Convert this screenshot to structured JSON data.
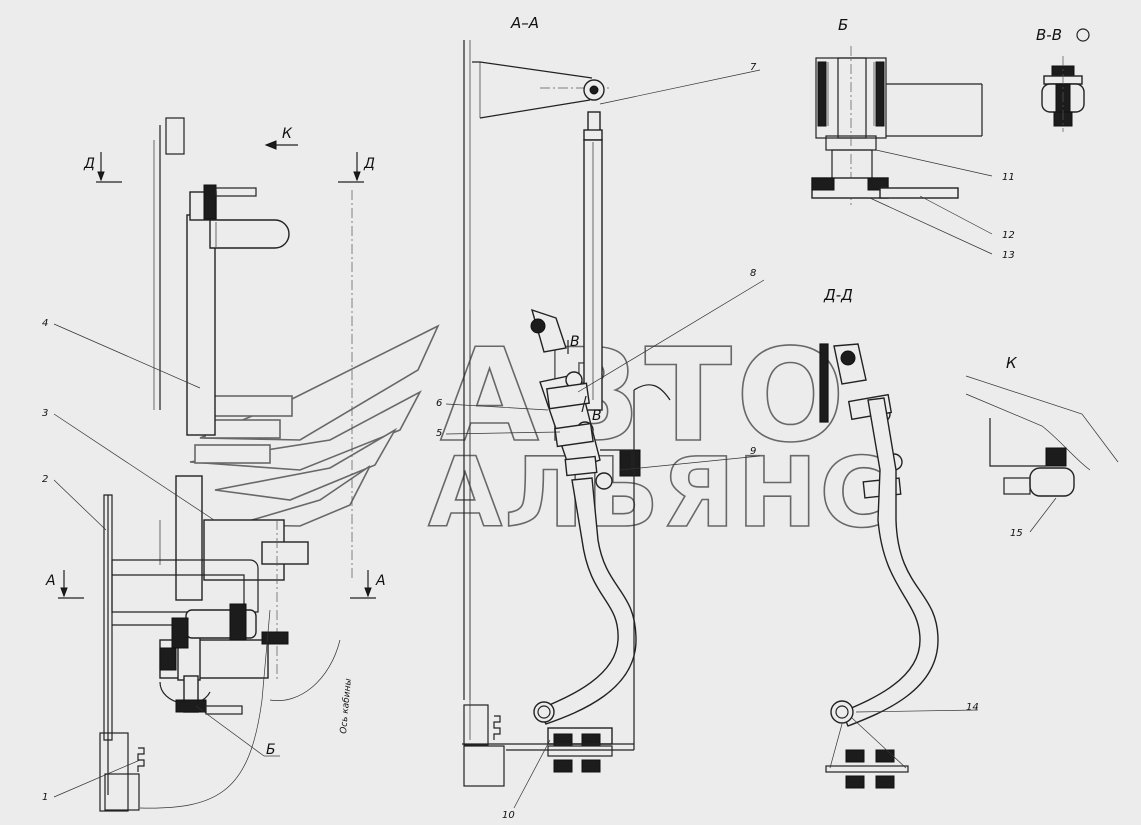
{
  "views": {
    "section_aa": "А–А",
    "view_b": "Б",
    "section_vv": "В-В",
    "section_dd": "Д-Д",
    "view_k": "К",
    "arrow_k": "К",
    "cut_d_left": "Д",
    "cut_d_right": "Д",
    "cut_a_left": "А",
    "cut_a_right": "А",
    "callout_b": "Б",
    "cut_v_top": "В",
    "cut_v_bottom": "В"
  },
  "axis_label": "Ось кабины",
  "watermark": {
    "line1": "АВТО",
    "line2": "АЛЬЯНС"
  },
  "callouts": [
    "1",
    "2",
    "3",
    "4",
    "5",
    "6",
    "7",
    "8",
    "9",
    "10",
    "11",
    "12",
    "13",
    "14",
    "15"
  ]
}
